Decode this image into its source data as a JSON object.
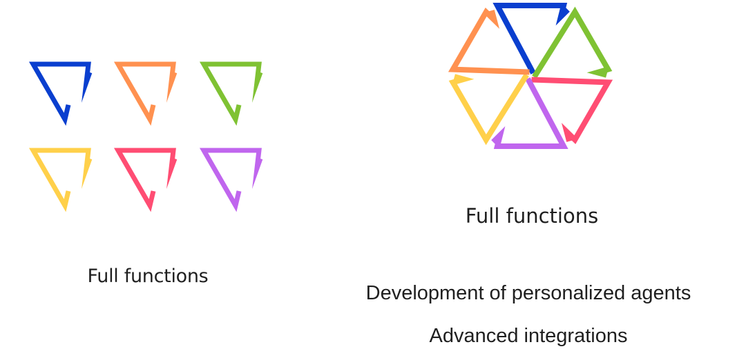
{
  "colors": {
    "blue": "#0a3fcf",
    "orange": "#ff9150",
    "green": "#7fc233",
    "yellow": "#ffd04a",
    "pink": "#ff4d73",
    "purple": "#c066ee"
  },
  "grid": {
    "icon_name": "chevron-triangle-icon",
    "items": [
      {
        "color": "blue"
      },
      {
        "color": "orange"
      },
      {
        "color": "green"
      },
      {
        "color": "yellow"
      },
      {
        "color": "pink"
      },
      {
        "color": "purple"
      }
    ],
    "label": "Full functions"
  },
  "hexagon": {
    "icon_name": "hexagon-logo-icon",
    "segments": [
      {
        "color": "blue"
      },
      {
        "color": "green"
      },
      {
        "color": "pink"
      },
      {
        "color": "purple"
      },
      {
        "color": "yellow"
      },
      {
        "color": "orange"
      }
    ],
    "title": "Full functions"
  },
  "features": [
    {
      "label": "Development of personalized agents"
    },
    {
      "label": "Advanced integrations"
    }
  ]
}
